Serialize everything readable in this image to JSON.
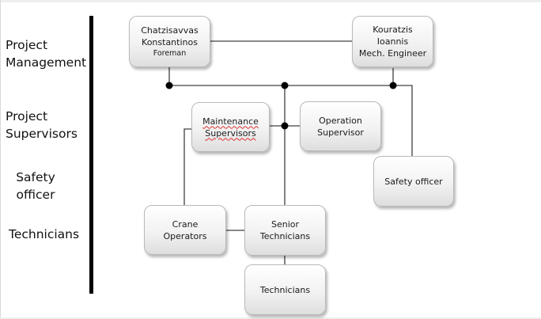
{
  "levels": [
    {
      "line1": "Project",
      "line2": "Management"
    },
    {
      "line1": "Project",
      "line2": "Supervisors"
    },
    {
      "line1": "Safety",
      "line2": "officer"
    },
    {
      "line1": "Technicians"
    }
  ],
  "nodes": {
    "foreman": {
      "line1": "Chatzisavvas",
      "line2": "Konstantinos",
      "role": "Foreman"
    },
    "mech_engineer": {
      "line1": "Kouratzis",
      "line2": "Ioannis",
      "role": "Mech. Engineer"
    },
    "maintenance_supervisors": {
      "line1": "Maintenance",
      "line2": "Supervisors"
    },
    "operation_supervisor": {
      "line1": "Operation",
      "line2": "Supervisor"
    },
    "safety_officer": {
      "line1": "Safety officer"
    },
    "crane_operators": {
      "line1": "Crane",
      "line2": "Operators"
    },
    "senior_technicians": {
      "line1": "Senior",
      "line2": "Technicians"
    },
    "technicians": {
      "line1": "Technicians"
    }
  },
  "colors": {
    "connector": "#404040",
    "junction": "#000000",
    "divider": "#000000",
    "spellcheck": "#e03030"
  }
}
